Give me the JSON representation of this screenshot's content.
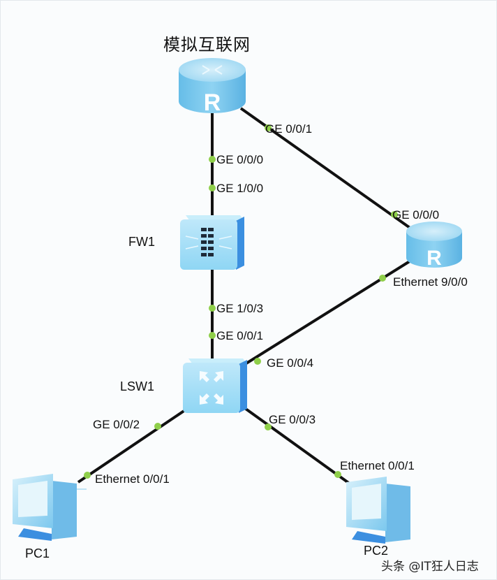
{
  "title": "模拟互联网",
  "devices": {
    "internet_router": {
      "label": "R",
      "name": "模拟互联网"
    },
    "fw1": {
      "name": "FW1"
    },
    "r2": {
      "label": "R"
    },
    "lsw1": {
      "name": "LSW1"
    },
    "pc1": {
      "name": "PC1"
    },
    "pc2": {
      "name": "PC2"
    }
  },
  "ports": {
    "inet_ge001": "GE 0/0/1",
    "inet_ge000": "GE 0/0/0",
    "fw_ge100": "GE 1/0/0",
    "fw_ge103": "GE 1/0/3",
    "lsw_ge001": "GE 0/0/1",
    "r2_ge000": "GE 0/0/0",
    "r2_eth900": "Ethernet 9/0/0",
    "lsw_ge004": "GE 0/0/4",
    "lsw_ge002": "GE 0/0/2",
    "lsw_ge003": "GE 0/0/3",
    "pc1_eth001": "Ethernet 0/0/1",
    "pc2_eth001": "Ethernet 0/0/1"
  },
  "watermark": "头条 @IT狂人日志",
  "colors": {
    "link": "#111111",
    "port_dot": "#8fcf4a",
    "device_blue": "#6cc4ec",
    "device_dark": "#3d8fe0"
  }
}
